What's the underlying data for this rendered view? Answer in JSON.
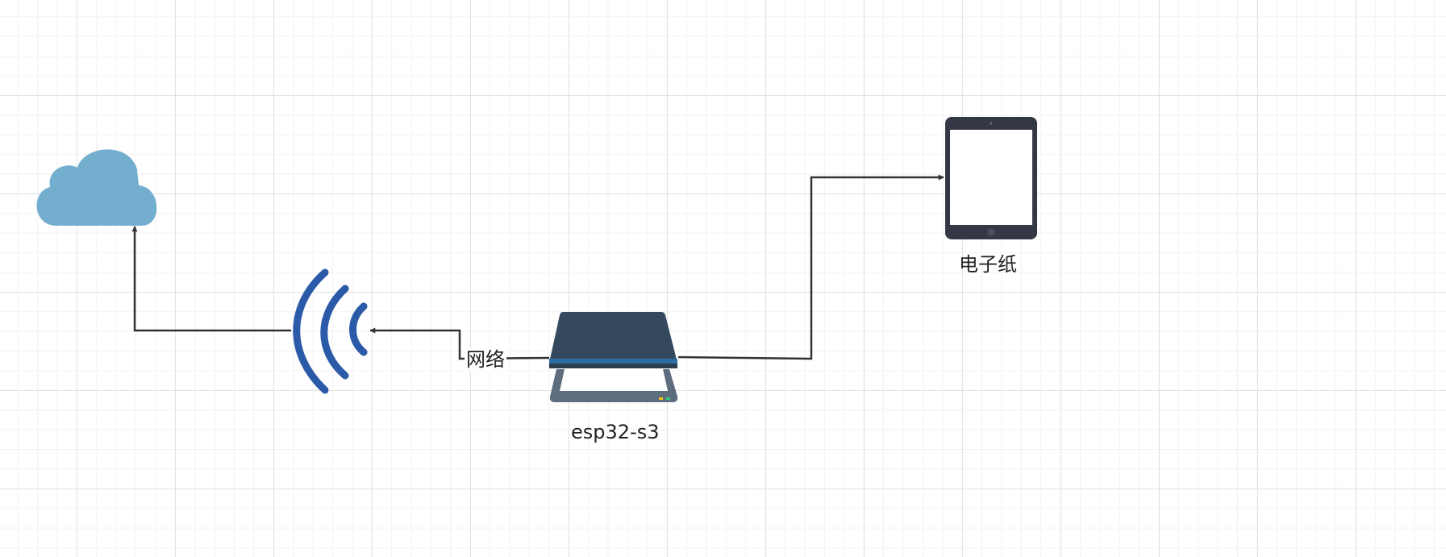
{
  "diagram": {
    "nodes": [
      {
        "id": "cloud",
        "icon": "cloud-icon",
        "label": ""
      },
      {
        "id": "wifi",
        "icon": "wifi-signal-icon",
        "label": ""
      },
      {
        "id": "esp32",
        "icon": "scanner-device-icon",
        "label": "esp32-s3"
      },
      {
        "id": "epaper",
        "icon": "tablet-icon",
        "label": "电子纸"
      }
    ],
    "edges": [
      {
        "from": "esp32",
        "to": "wifi",
        "label": "网络"
      },
      {
        "from": "wifi",
        "to": "cloud",
        "label": ""
      },
      {
        "from": "esp32",
        "to": "epaper",
        "label": ""
      }
    ]
  },
  "colors": {
    "cloud": "#74aecf",
    "wifi": "#2b5ba8",
    "device_dark": "#34495e",
    "device_accent": "#2e6da4",
    "tablet": "#333844",
    "connector": "#333333"
  }
}
